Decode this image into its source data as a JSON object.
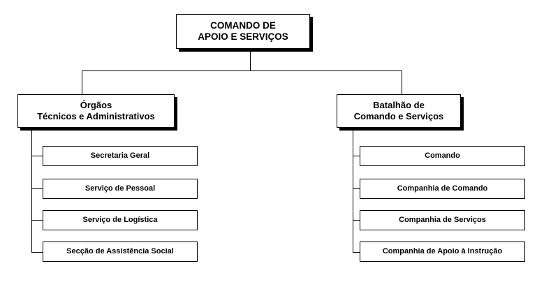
{
  "root": {
    "line1": "COMANDO DE",
    "line2": "APOIO E SERVIÇOS"
  },
  "left": {
    "line1": "Órgãos",
    "line2": "Técnicos e Administrativos",
    "items": [
      "Secretaria Geral",
      "Serviço de Pessoal",
      "Serviço de Logística",
      "Secção de Assistência Social"
    ]
  },
  "right": {
    "line1": "Batalhão de",
    "line2": "Comando e Serviços",
    "items": [
      "Comando",
      "Companhia de Comando",
      "Companhia de Serviços",
      "Companhia de Apoio à Instrução"
    ]
  }
}
